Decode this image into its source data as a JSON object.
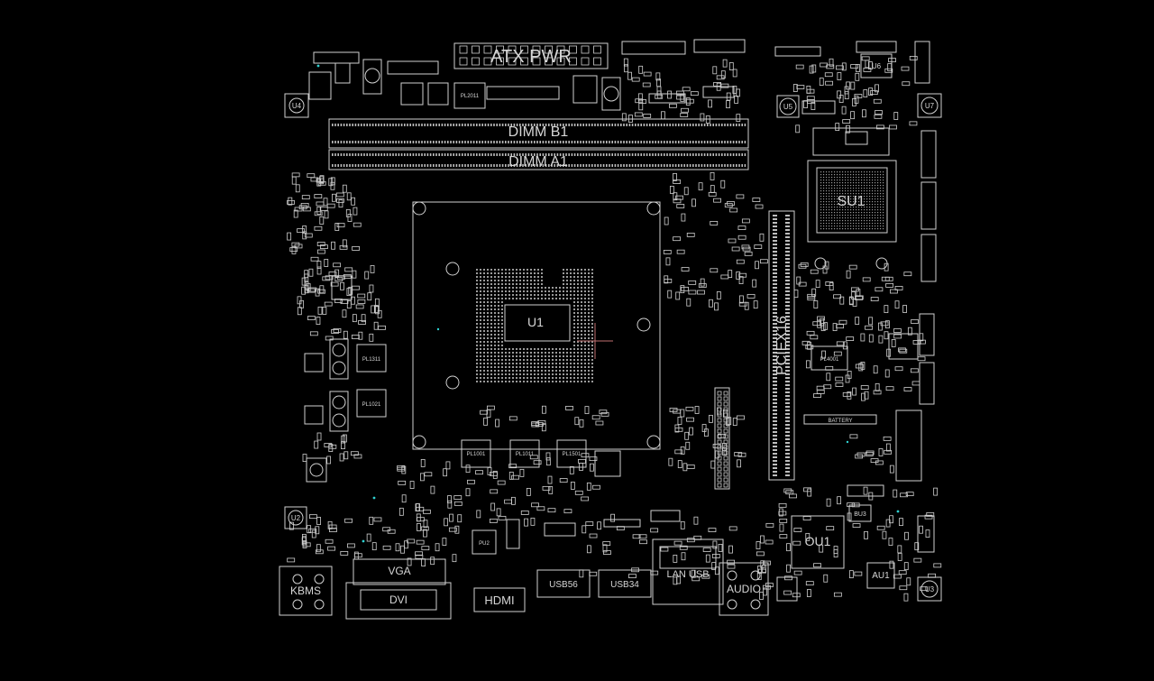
{
  "board": {
    "colors": {
      "background": "#000000",
      "outline": "#d0d0d0",
      "pad": "#bdbdbd",
      "via": "#2fd1d1",
      "cursor": "#c07070"
    },
    "labels": {
      "atx_pwr": "ATX PWR",
      "dimm_b1": "DIMM B1",
      "dimm_a1": "DIMM A1",
      "pciex16": "PCIEX16",
      "battery": "BATTERY",
      "ou1": "OU1",
      "au1": "AU1",
      "audio": "AUDIO",
      "hdmi": "HDMI",
      "vga": "VGA",
      "dvi": "DVI",
      "kbms": "KBMS",
      "lan_usb": "LAN USB",
      "usb56": "USB56",
      "usb34": "USB34",
      "su1": "SU1",
      "bu3": "BU3",
      "pl1311": "PL1311",
      "pl1021": "PL1021",
      "pl1001": "PL1001",
      "pl1011": "PL1011",
      "pl1501": "PL1501",
      "pl4001": "PL4001",
      "pl2011": "PL2011",
      "pu2": "PU2",
      "u1": "U1",
      "u2": "U2",
      "u3": "U3",
      "u4": "U4",
      "u5": "U5",
      "u6": "U6",
      "u7": "U7"
    }
  }
}
